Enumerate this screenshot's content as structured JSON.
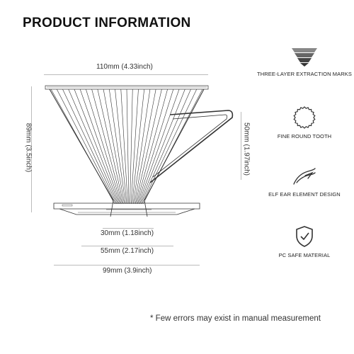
{
  "title": "PRODUCT INFORMATION",
  "dimensions": {
    "top_width": "110mm (4.33inch)",
    "height": "89mm (3.5inch)",
    "handle_height": "50mm (1.97inch)",
    "bottom_opening": "30mm (1.18inch)",
    "ring_width": "55mm (2.17inch)",
    "base_width": "99mm (3.9inch)"
  },
  "features": [
    {
      "icon": "three-layer-marks-icon",
      "label": "THREE-LAYER EXTRACTION MARKS"
    },
    {
      "icon": "round-tooth-icon",
      "label": "FINE ROUND TOOTH"
    },
    {
      "icon": "elf-ear-icon",
      "label": "ELF EAR ELEMENT DESIGN"
    },
    {
      "icon": "shield-check-icon",
      "label": "PC SAFE MATERIAL"
    }
  ],
  "note": "* Few errors may exist in manual measurement"
}
